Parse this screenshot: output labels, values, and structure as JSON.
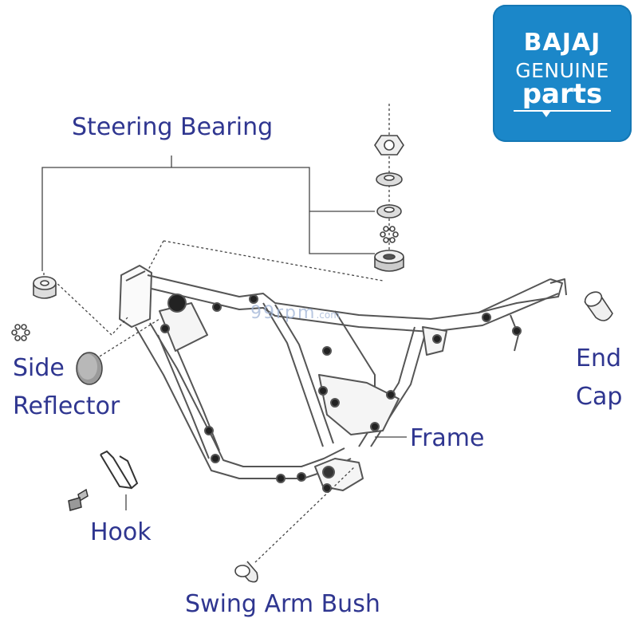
{
  "labels": {
    "steering_bearing": "Steering Bearing",
    "side_reflector_line1": "Side",
    "side_reflector_line2": "Reflector",
    "end_cap_line1": "End",
    "end_cap_line2": "Cap",
    "frame": "Frame",
    "hook": "Hook",
    "swing_arm_bush": "Swing Arm Bush"
  },
  "logo": {
    "brand": "BAJAJ",
    "line2": "GENUINE",
    "line3": "parts",
    "background_color": "#1b87c9",
    "text_color": "#ffffff"
  },
  "watermark": {
    "main": "99rpm",
    "suffix": ".com"
  },
  "colors": {
    "label_text": "#2f3690",
    "line_art": "#555555"
  }
}
